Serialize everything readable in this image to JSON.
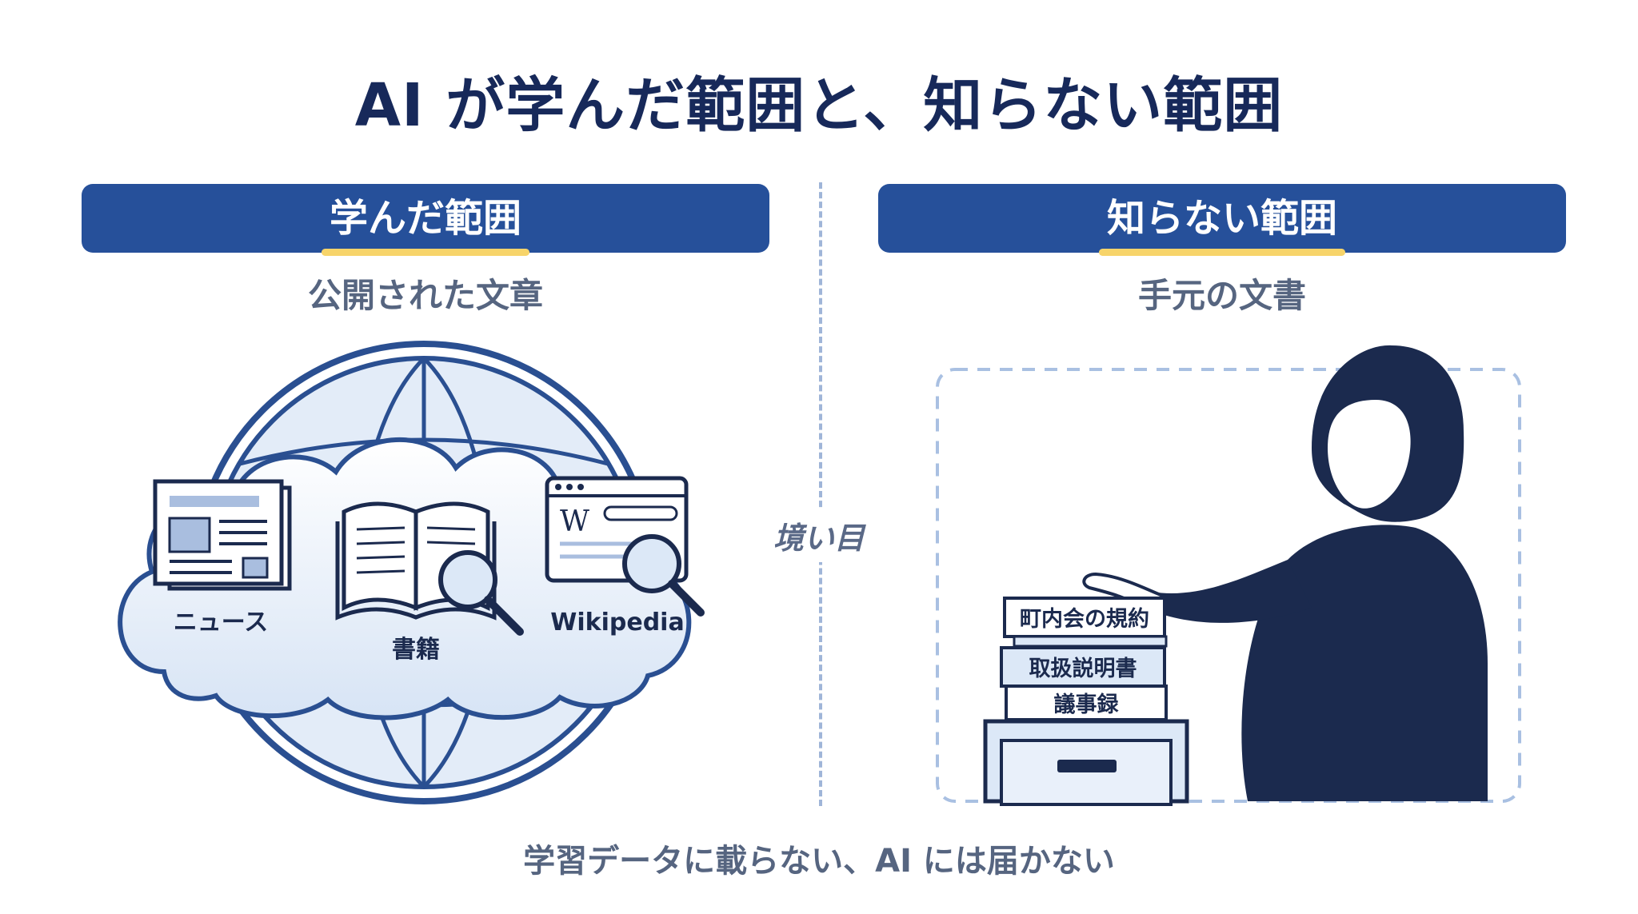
{
  "title": "AI が学んだ範囲と、知らない範囲",
  "left": {
    "header": "学んだ範囲",
    "subtitle": "公開された文章",
    "items": [
      "ニュース",
      "書籍",
      "Wikipedia"
    ],
    "wiki_logo": "W"
  },
  "right": {
    "header": "知らない範囲",
    "subtitle": "手元の文書",
    "documents": [
      "町内会の規約",
      "取扱説明書",
      "議事録"
    ]
  },
  "boundary_label": "境い目",
  "footer": "学習データに載らない、AI には届かない",
  "colors": {
    "navy": "#1b2a4e",
    "header_blue": "#26509a",
    "highlight_yellow": "#f7d46a",
    "light_blue": "#dce8f7",
    "dashed_blue": "#9fb5d8"
  }
}
